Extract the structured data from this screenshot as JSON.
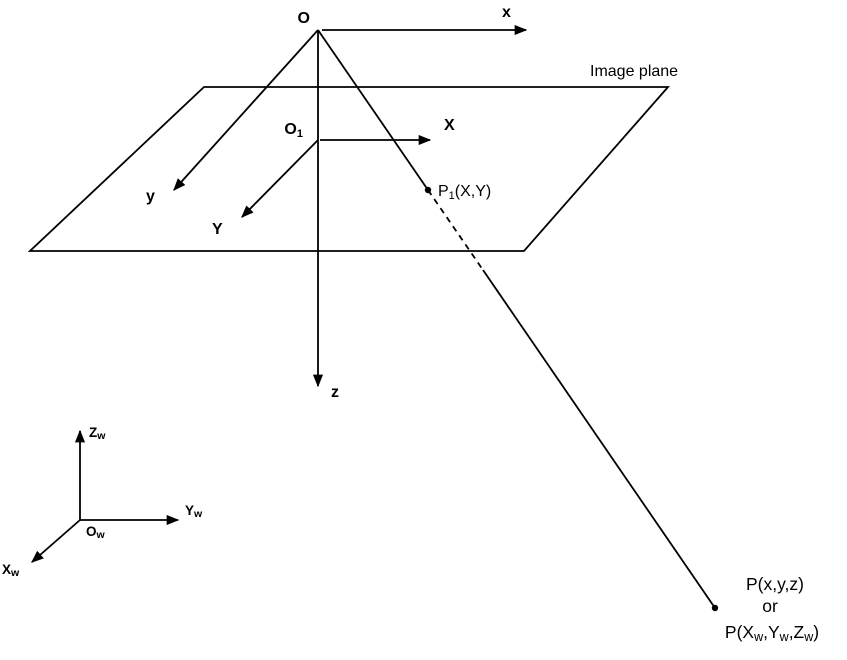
{
  "labels": {
    "camera_origin": "O",
    "camera_x": "x",
    "camera_y": "y",
    "camera_z": "z",
    "image_plane": "Image plane",
    "plane_origin": {
      "main": "O",
      "sub": "1"
    },
    "plane_x": "X",
    "plane_y": "Y",
    "p1": {
      "main": "P",
      "sub": "1",
      "rest": "(X,Y)"
    },
    "world_z": {
      "main": "Z",
      "sub": "w"
    },
    "world_y": {
      "main": "Y",
      "sub": "w"
    },
    "world_x": {
      "main": "X",
      "sub": "w"
    },
    "world_origin": {
      "main": "O",
      "sub": "w"
    },
    "point_p": {
      "line1": "P(x,y,z)",
      "line2": "or",
      "line3": [
        "P(X",
        "w",
        ",Y",
        "w",
        ",Z",
        "w",
        ")"
      ]
    }
  },
  "colors": {
    "stroke": "#000000",
    "background": "#ffffff"
  }
}
